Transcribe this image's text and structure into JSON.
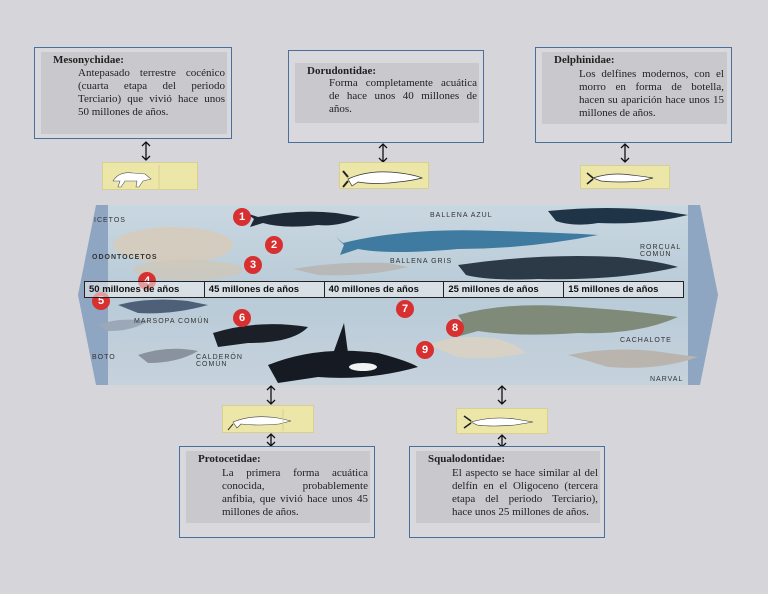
{
  "cards": {
    "mesonychidae": {
      "title": "Mesonychidae:",
      "body": "Antepasado terrestre cocénico (cuarta etapa del periodo Terciario) que vivió hace unos 50 millones de años."
    },
    "dorudontidae": {
      "title": "Dorudontidae:",
      "body": "Forma completamente acuática de hace unos 40 millones de años."
    },
    "delphinidae": {
      "title": "Delphinidae:",
      "body": "Los delfines modernos, con el morro en forma de botella, hacen su aparición hace unos 15 millones de años."
    },
    "protocetidae": {
      "title": "Protocetidae:",
      "body": "La primera forma acuática conocida, probablemente anfibia, que vivió hace unos 45 millones de años."
    },
    "squalodontidae": {
      "title": "Squalodontidae:",
      "body": "El aspecto se hace similar al del delfín en el Oligoceno (tercera etapa del periodo Terciario), hace unos 25 millones de años."
    }
  },
  "timeline": [
    "50 millones de años",
    "45 millones de años",
    "40 millones de años",
    "25 millones de años",
    "15 millones de años"
  ],
  "map_labels": {
    "ballena_azul": "BALLENA AZUL",
    "ballena_gris": "BALLENA GRIS",
    "odontocetos": "ODONTOCETOS",
    "rorcual": "RORCUAL COMÚN",
    "marsopa": "MARSOPA COMÚN",
    "calderon": "CALDERÓN COMÚN",
    "cachalote": "CACHALOTE",
    "mysticeti": "ICETOS",
    "boto": "BOTO",
    "narval": "NARVAL"
  },
  "numbers": [
    "1",
    "2",
    "3",
    "4",
    "5",
    "6",
    "7",
    "8",
    "9"
  ],
  "colors": {
    "card_border": "#4a6f9a",
    "thumb_bg": "#ece6a8",
    "marker": "#d83030"
  }
}
